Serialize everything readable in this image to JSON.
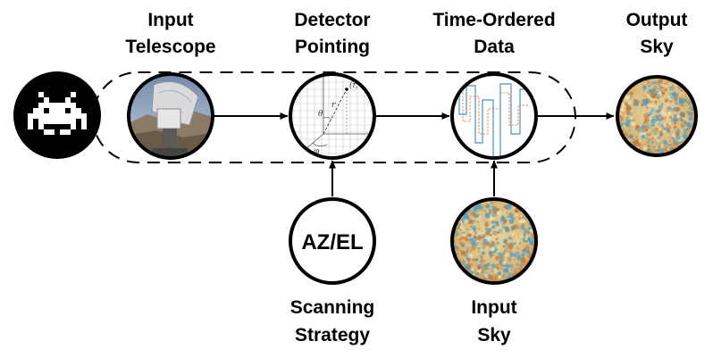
{
  "labels": {
    "input_telescope": [
      "Input",
      "Telescope"
    ],
    "detector_pointing": [
      "Detector",
      "Pointing"
    ],
    "time_ordered_data": [
      "Time-Ordered",
      "Data"
    ],
    "output_sky": [
      "Output",
      "Sky"
    ],
    "scanning_strategy": [
      "Scanning",
      "Strategy"
    ],
    "input_sky": [
      "Input",
      "Sky"
    ]
  },
  "nodes": {
    "scanning_strategy_text": "AZ/EL",
    "pointing_symbols": {
      "coord": "(r, θ)",
      "r": "r",
      "theta": "θ",
      "phi": "φ"
    }
  },
  "icons": {
    "invader": "space-invader-icon",
    "telescope": "telescope-photo",
    "pointing": "spherical-coordinates-sketch",
    "tod": "timestream-plot",
    "sky": "cmb-map"
  },
  "colors": {
    "stroke": "#000000",
    "invader_bg": "#000000",
    "invader_fg": "#ffffff",
    "tod_blue": "#4a8fc7",
    "tod_orange": "#e8883a",
    "sky_base": "#e3c98a",
    "sky_warm": "#c27a3a",
    "sky_cool": "#4f9fc6"
  }
}
